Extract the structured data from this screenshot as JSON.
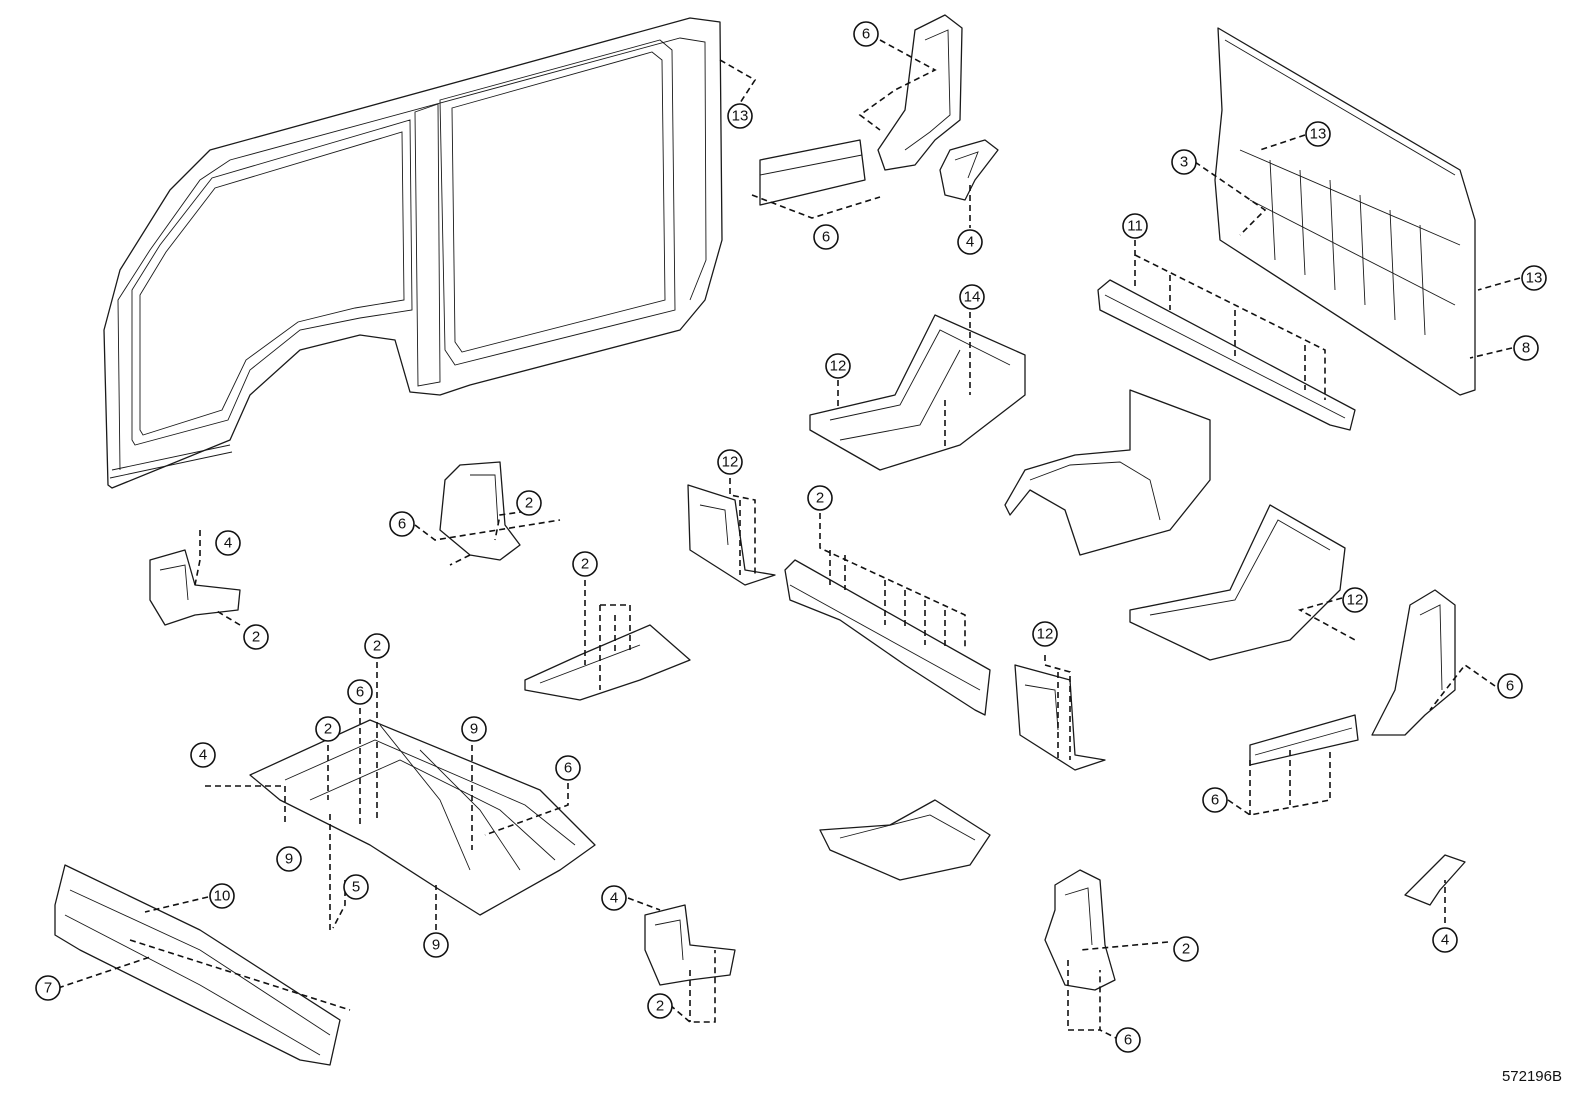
{
  "diagram_code": "572196B",
  "callouts": [
    {
      "id": "c-side-13",
      "label": "13"
    },
    {
      "id": "c-top-6a",
      "label": "6"
    },
    {
      "id": "c-top-6b",
      "label": "6"
    },
    {
      "id": "c-top-4",
      "label": "4"
    },
    {
      "id": "c-right-3",
      "label": "3"
    },
    {
      "id": "c-right-13a",
      "label": "13"
    },
    {
      "id": "c-right-13b",
      "label": "13"
    },
    {
      "id": "c-right-8",
      "label": "8"
    },
    {
      "id": "c-right-11",
      "label": "11"
    },
    {
      "id": "c-mid-14",
      "label": "14"
    },
    {
      "id": "c-mid-12a",
      "label": "12"
    },
    {
      "id": "c-mid-12b",
      "label": "12"
    },
    {
      "id": "c-mid-2a",
      "label": "2"
    },
    {
      "id": "c-right-12c",
      "label": "12"
    },
    {
      "id": "c-mid-12d",
      "label": "12"
    },
    {
      "id": "c-right-6c",
      "label": "6"
    },
    {
      "id": "c-right-6d",
      "label": "6"
    },
    {
      "id": "c-left-4a",
      "label": "4"
    },
    {
      "id": "c-left-2a",
      "label": "2"
    },
    {
      "id": "c-pil-6",
      "label": "6"
    },
    {
      "id": "c-pil-2",
      "label": "2"
    },
    {
      "id": "c-frm-2",
      "label": "2"
    },
    {
      "id": "c-flr-2a",
      "label": "2"
    },
    {
      "id": "c-flr-6a",
      "label": "6"
    },
    {
      "id": "c-flr-2b",
      "label": "2"
    },
    {
      "id": "c-flr-9a",
      "label": "9"
    },
    {
      "id": "c-flr-4",
      "label": "4"
    },
    {
      "id": "c-flr-6b",
      "label": "6"
    },
    {
      "id": "c-flr-9b",
      "label": "9"
    },
    {
      "id": "c-flr-5",
      "label": "5"
    },
    {
      "id": "c-flr-9c",
      "label": "9"
    },
    {
      "id": "c-cowl-10",
      "label": "10"
    },
    {
      "id": "c-cowl-7",
      "label": "7"
    },
    {
      "id": "c-btm-4a",
      "label": "4"
    },
    {
      "id": "c-btm-2a",
      "label": "2"
    },
    {
      "id": "c-btm-2b",
      "label": "2"
    },
    {
      "id": "c-btm-6",
      "label": "6"
    },
    {
      "id": "c-btm-4b",
      "label": "4"
    }
  ]
}
